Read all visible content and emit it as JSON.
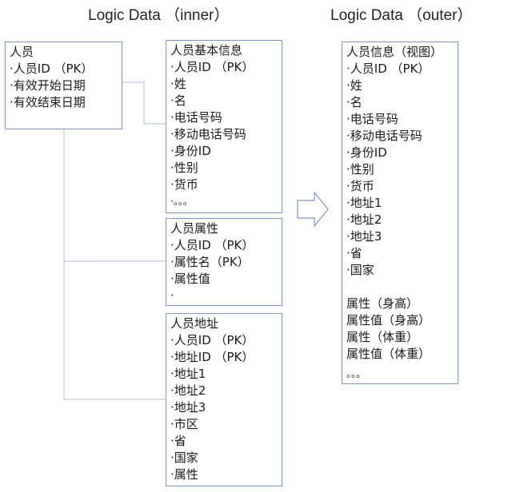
{
  "headings": {
    "inner": "Logic Data （inner）",
    "outer": "Logic Data （outer）"
  },
  "boxes": {
    "person": {
      "title": "人员",
      "lines": [
        "·人员ID （PK）",
        "·有效开始日期",
        "·有效结束日期"
      ]
    },
    "basic_info": {
      "title": "人员基本信息",
      "lines": [
        "·人员ID （PK）",
        "·姓",
        "·名",
        "·电话号码",
        "·移动电话号码",
        "·身份ID",
        "·性别",
        "·货币",
        "·。。。"
      ]
    },
    "attribute": {
      "title": "人员属性",
      "lines": [
        "·人员ID （PK）",
        "·属性名（PK）",
        "·属性值",
        "·"
      ]
    },
    "address": {
      "title": "人员地址",
      "lines": [
        "·人员ID （PK）",
        "·地址ID （PK）",
        "·地址1",
        "·地址2",
        "·地址3",
        "·市区",
        "·省",
        "·国家",
        "·属性"
      ]
    },
    "view": {
      "title": "人员信息（视图）",
      "lines": [
        "·人员ID （PK）",
        "·姓",
        "·名",
        "·电话号码",
        "·移动电话号码",
        "·身份ID",
        "·性别",
        "·货币",
        "·地址1",
        "·地址2",
        "·地址3",
        "·省",
        "·国家"
      ],
      "extra_lines": [
        "属性（身高）",
        "属性值（身高）",
        "属性（体重）",
        "属性值（体重）"
      ],
      "ellipsis": "。。。"
    }
  },
  "colors": {
    "box_border": "#7a97c4",
    "connector": "#a9bcd9",
    "arrow_stroke": "#7a97c4"
  }
}
